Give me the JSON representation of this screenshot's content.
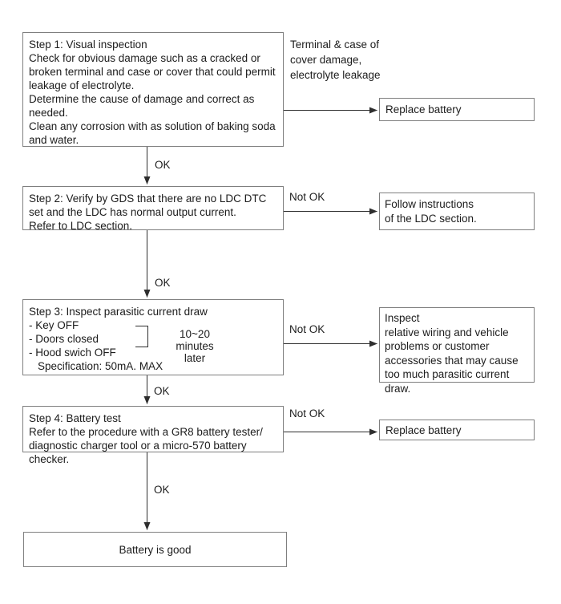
{
  "flowchart": {
    "step1_text": "Step 1: Visual inspection\nCheck for obvious damage such as a cracked or\nbroken terminal and case or cover that could permit\nleakage of electrolyte.\nDetermine the cause of damage and correct as\nneeded.\nClean any corrosion with as solution of baking soda\nand water.",
    "branch_label": "Terminal & case of\ncover damage,\nelectrolyte leakage",
    "replace_battery_1": "Replace battery",
    "step2_text": "Step 2: Verify by GDS that there are no LDC DTC\nset and the LDC has normal output current.\nRefer to LDC section.",
    "follow_instructions": "Follow instructions\nof the LDC section.",
    "step3": {
      "title": "Step 3: Inspect parasitic current draw",
      "items": [
        "- Key OFF",
        "- Doors closed",
        "- Hood swich OFF"
      ],
      "bracket_note": "10~20 minutes\nlater",
      "spec": "Specification: 50mA. MAX"
    },
    "inspect_text": "Inspect\nrelative wiring and vehicle\nproblems or customer\naccessories that may cause\ntoo much parasitic current draw.",
    "step4_text": "Step 4: Battery test\nRefer to the procedure with a GR8 battery tester/\ndiagnostic charger tool or a micro-570 battery checker.",
    "replace_battery_2": "Replace battery",
    "end_text": "Battery is good",
    "labels": {
      "ok1": "OK",
      "ok2": "OK",
      "ok3": "OK",
      "ok4": "OK",
      "not_ok2": "Not OK",
      "not_ok3": "Not OK",
      "not_ok4": "Not OK"
    },
    "colors": {
      "box_border": "#7f7f7f",
      "connector": "#2e2e2e",
      "text": "#1c1c1c",
      "background": "#ffffff"
    }
  }
}
